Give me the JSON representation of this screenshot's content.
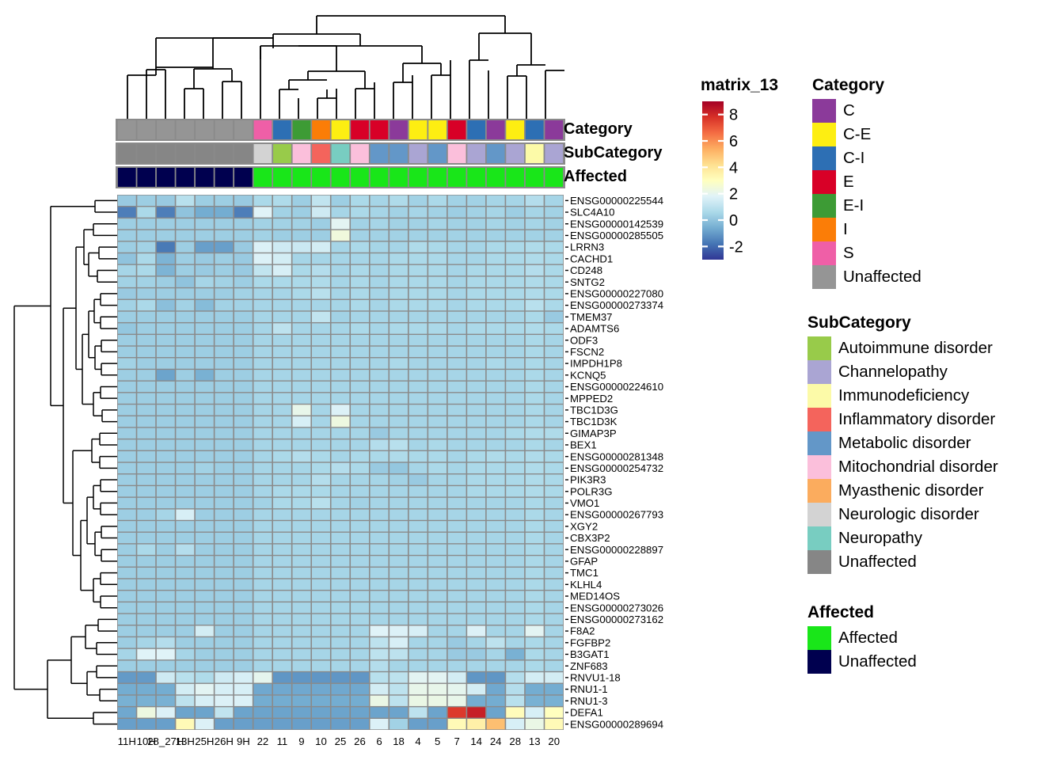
{
  "plot": {
    "colorbar_title": "matrix_13",
    "colorbar_ticks": [
      "8",
      "6",
      "4",
      "2",
      "0",
      "-2"
    ],
    "colorbar_range": [
      -3,
      9
    ],
    "annotation_row_labels": [
      "Category",
      "SubCategory",
      "Affected"
    ]
  },
  "legends": [
    {
      "title": "Category",
      "items": [
        {
          "label": "C",
          "color": "#8b3a9a"
        },
        {
          "label": "C-E",
          "color": "#fdee12"
        },
        {
          "label": "C-I",
          "color": "#2d6fb4"
        },
        {
          "label": "E",
          "color": "#d80027"
        },
        {
          "label": "E-I",
          "color": "#3d9b35"
        },
        {
          "label": "I",
          "color": "#fb7d07"
        },
        {
          "label": "S",
          "color": "#ef5fa7"
        },
        {
          "label": "Unaffected",
          "color": "#959595"
        }
      ]
    },
    {
      "title": "SubCategory",
      "items": [
        {
          "label": "Autoimmune disorder",
          "color": "#98cb4a"
        },
        {
          "label": "Channelopathy",
          "color": "#aaa5d3"
        },
        {
          "label": "Immunodeficiency",
          "color": "#fcfaa8"
        },
        {
          "label": "Inflammatory disorder",
          "color": "#f4645c"
        },
        {
          "label": "Metabolic disorder",
          "color": "#6397c8"
        },
        {
          "label": "Mitochondrial disorder",
          "color": "#fbbfdb"
        },
        {
          "label": "Myasthenic disorder",
          "color": "#fbac5e"
        },
        {
          "label": "Neurologic disorder",
          "color": "#d3d3d3"
        },
        {
          "label": "Neuropathy",
          "color": "#78cdc1"
        },
        {
          "label": "Unaffected",
          "color": "#868686"
        }
      ]
    },
    {
      "title": "Affected",
      "items": [
        {
          "label": "Affected",
          "color": "#19e619"
        },
        {
          "label": "Unaffected",
          "color": "#00004f"
        }
      ]
    }
  ],
  "chart_data": {
    "type": "heatmap",
    "title": "matrix_13",
    "xlabel": "",
    "ylabel": "",
    "zlim": [
      -3,
      9
    ],
    "colormap": "RdYlBu_r",
    "grid": true,
    "legend_position": "right",
    "columns": [
      "11H",
      "10H",
      "28_27H",
      "13H",
      "25H",
      "26H",
      "9H",
      "22",
      "11",
      "9",
      "10",
      "25",
      "26",
      "6",
      "18",
      "4",
      "5",
      "7",
      "14",
      "24",
      "28",
      "13",
      "20"
    ],
    "rows": [
      "ENSG00000225544",
      "SLC4A10",
      "ENSG00000142539",
      "ENSG00000285505",
      "LRRN3",
      "CACHD1",
      "CD248",
      "SNTG2",
      "ENSG00000227080",
      "ENSG00000273374",
      "TMEM37",
      "ADAMTS6",
      "ODF3",
      "FSCN2",
      "IMPDH1P8",
      "KCNQ5",
      "ENSG00000224610",
      "MPPED2",
      "TBC1D3G",
      "TBC1D3K",
      "GIMAP3P",
      "BEX1",
      "ENSG00000281348",
      "ENSG00000254732",
      "PIK3R3",
      "POLR3G",
      "VMO1",
      "ENSG00000267793",
      "XGY2",
      "CBX3P2",
      "ENSG00000228897",
      "GFAP",
      "TMC1",
      "KLHL4",
      "MED14OS",
      "ENSG00000273026",
      "ENSG00000273162",
      "F8A2",
      "FGFBP2",
      "B3GAT1",
      "ZNF683",
      "RNVU1-18",
      "RNU1-1",
      "RNU1-3",
      "DEFA1",
      "ENSG00000289694"
    ],
    "column_annotations": {
      "Category": [
        "Unaffected",
        "Unaffected",
        "Unaffected",
        "Unaffected",
        "Unaffected",
        "Unaffected",
        "Unaffected",
        "S",
        "C-I",
        "E-I",
        "I",
        "C-E",
        "E",
        "E",
        "C",
        "C-E",
        "C-E",
        "E",
        "C-I",
        "C",
        "C-E",
        "C-I",
        "C"
      ],
      "SubCategory": [
        "Unaffected",
        "Unaffected",
        "Unaffected",
        "Unaffected",
        "Unaffected",
        "Unaffected",
        "Unaffected",
        "Neurologic disorder",
        "Autoimmune disorder",
        "Mitochondrial disorder",
        "Inflammatory disorder",
        "Neuropathy",
        "Mitochondrial disorder",
        "Metabolic disorder",
        "Metabolic disorder",
        "Channelopathy",
        "Metabolic disorder",
        "Mitochondrial disorder",
        "Channelopathy",
        "Metabolic disorder",
        "Channelopathy",
        "Immunodeficiency",
        "Channelopathy"
      ],
      "Affected": [
        "Unaffected",
        "Unaffected",
        "Unaffected",
        "Unaffected",
        "Unaffected",
        "Unaffected",
        "Unaffected",
        "Affected",
        "Affected",
        "Affected",
        "Affected",
        "Affected",
        "Affected",
        "Affected",
        "Affected",
        "Affected",
        "Affected",
        "Affected",
        "Affected",
        "Affected",
        "Affected",
        "Affected",
        "Affected"
      ]
    },
    "values": [
      [
        0.2,
        0.3,
        0.2,
        0.9,
        0.3,
        0.3,
        0.2,
        0.6,
        0.7,
        0.3,
        1.1,
        0.3,
        0.6,
        0.5,
        0.7,
        0.4,
        0.6,
        0.4,
        0.4,
        0.5,
        0.5,
        0.8,
        0.5
      ],
      [
        -1.6,
        0.6,
        -1.6,
        0.0,
        -0.6,
        -0.6,
        -1.6,
        1.8,
        0.4,
        0.3,
        1.4,
        0.5,
        0.6,
        0.5,
        0.4,
        0.5,
        0.4,
        0.3,
        0.4,
        0.5,
        0.3,
        0.5,
        0.4
      ],
      [
        0.3,
        0.3,
        0.3,
        0.3,
        0.3,
        0.3,
        0.3,
        0.4,
        0.4,
        0.4,
        0.3,
        1.9,
        0.4,
        0.5,
        0.4,
        0.4,
        0.5,
        0.4,
        0.4,
        0.5,
        0.4,
        0.5,
        0.4
      ],
      [
        0.3,
        0.3,
        0.3,
        0.3,
        0.3,
        0.3,
        0.3,
        0.4,
        0.3,
        0.3,
        0.3,
        2.4,
        0.4,
        0.4,
        0.4,
        0.4,
        0.4,
        0.4,
        0.4,
        0.4,
        0.4,
        0.4,
        0.4
      ],
      [
        0.3,
        0.4,
        -1.7,
        0.3,
        -0.9,
        -0.9,
        0.2,
        1.7,
        1.4,
        1.3,
        1.5,
        0.5,
        0.6,
        0.5,
        0.5,
        0.7,
        0.6,
        0.5,
        0.5,
        0.6,
        0.6,
        0.7,
        0.6
      ],
      [
        0.0,
        0.6,
        -0.4,
        0.3,
        0.2,
        0.3,
        0.2,
        1.7,
        1.5,
        0.5,
        0.5,
        0.5,
        0.5,
        0.5,
        0.6,
        0.6,
        0.6,
        0.5,
        0.5,
        0.6,
        0.6,
        0.7,
        0.6
      ],
      [
        0.5,
        0.6,
        -0.4,
        0.3,
        0.2,
        0.3,
        0.2,
        1.1,
        1.6,
        0.6,
        0.8,
        0.5,
        0.6,
        0.5,
        0.6,
        0.6,
        0.6,
        0.5,
        0.6,
        0.6,
        0.6,
        0.8,
        0.6
      ],
      [
        0.4,
        0.4,
        0.3,
        0.0,
        0.5,
        0.4,
        0.3,
        0.6,
        0.6,
        0.6,
        0.7,
        0.5,
        0.6,
        0.5,
        0.6,
        0.6,
        0.6,
        0.5,
        0.6,
        0.6,
        0.6,
        0.7,
        0.6
      ],
      [
        0.2,
        0.3,
        0.3,
        0.3,
        0.3,
        0.3,
        0.4,
        0.5,
        0.5,
        0.6,
        0.9,
        0.5,
        0.6,
        0.5,
        0.6,
        0.6,
        0.6,
        0.5,
        0.6,
        0.6,
        0.6,
        0.7,
        0.6
      ],
      [
        0.4,
        0.6,
        -0.1,
        0.4,
        -0.2,
        0.4,
        0.4,
        0.5,
        0.5,
        0.5,
        0.5,
        0.5,
        0.6,
        0.5,
        0.6,
        0.6,
        0.6,
        0.5,
        0.6,
        0.6,
        0.6,
        0.9,
        0.6
      ],
      [
        0.3,
        0.3,
        0.3,
        0.3,
        0.3,
        0.3,
        0.3,
        0.5,
        0.5,
        0.5,
        1.1,
        0.4,
        0.5,
        0.5,
        0.5,
        0.5,
        0.5,
        0.5,
        0.5,
        0.5,
        0.5,
        0.6,
        0.2
      ],
      [
        0.1,
        0.3,
        0.3,
        0.3,
        0.3,
        0.3,
        0.3,
        0.5,
        1.0,
        0.5,
        0.5,
        0.5,
        0.6,
        0.5,
        0.6,
        0.6,
        0.6,
        0.5,
        0.6,
        0.6,
        0.6,
        0.7,
        0.6
      ],
      [
        0.3,
        0.3,
        0.3,
        0.3,
        0.3,
        0.3,
        0.3,
        0.5,
        0.5,
        0.5,
        0.5,
        0.5,
        0.5,
        0.5,
        0.5,
        0.5,
        0.5,
        0.5,
        0.5,
        0.5,
        0.5,
        0.6,
        0.5
      ],
      [
        0.3,
        0.3,
        0.3,
        0.3,
        0.3,
        0.3,
        0.3,
        0.5,
        0.5,
        0.5,
        0.5,
        0.5,
        0.5,
        0.5,
        0.5,
        0.5,
        0.5,
        0.5,
        0.5,
        0.5,
        0.5,
        0.6,
        0.5
      ],
      [
        0.4,
        0.3,
        0.3,
        0.3,
        0.3,
        0.3,
        0.3,
        0.5,
        0.5,
        0.5,
        0.5,
        0.5,
        0.5,
        0.5,
        0.6,
        0.5,
        0.5,
        0.5,
        0.5,
        0.6,
        0.5,
        0.6,
        0.5
      ],
      [
        0.3,
        0.3,
        -0.8,
        0.3,
        -0.5,
        0.3,
        0.3,
        0.5,
        0.5,
        0.5,
        0.5,
        0.5,
        0.5,
        0.5,
        0.5,
        0.5,
        0.5,
        0.5,
        0.5,
        0.5,
        0.5,
        0.6,
        0.5
      ],
      [
        0.3,
        0.3,
        0.3,
        0.3,
        0.3,
        0.3,
        0.3,
        0.5,
        0.5,
        0.5,
        0.5,
        0.5,
        0.5,
        0.5,
        0.5,
        0.5,
        0.5,
        0.5,
        0.5,
        0.5,
        0.5,
        0.6,
        0.5
      ],
      [
        0.3,
        0.3,
        0.3,
        0.3,
        0.3,
        0.3,
        0.3,
        0.5,
        0.5,
        0.5,
        0.5,
        0.5,
        0.5,
        0.5,
        0.5,
        0.5,
        0.5,
        0.5,
        0.5,
        0.5,
        0.5,
        0.6,
        0.5
      ],
      [
        0.3,
        0.3,
        0.3,
        0.3,
        0.3,
        0.3,
        0.3,
        0.5,
        0.5,
        2.1,
        0.5,
        1.7,
        0.5,
        0.5,
        0.5,
        0.5,
        0.5,
        0.5,
        0.5,
        0.5,
        0.5,
        0.6,
        0.5
      ],
      [
        0.3,
        0.3,
        0.3,
        0.3,
        0.3,
        0.3,
        0.3,
        0.5,
        0.5,
        1.6,
        0.5,
        2.3,
        0.5,
        0.5,
        0.5,
        0.5,
        0.5,
        0.5,
        0.5,
        0.5,
        0.5,
        0.6,
        0.5
      ],
      [
        0.3,
        0.3,
        0.3,
        0.3,
        0.3,
        0.3,
        0.3,
        0.5,
        0.5,
        0.5,
        0.5,
        0.5,
        0.5,
        0.2,
        0.5,
        0.5,
        0.5,
        0.5,
        0.5,
        0.5,
        0.6,
        0.7,
        0.7
      ],
      [
        0.3,
        0.3,
        0.3,
        0.3,
        0.3,
        0.3,
        0.3,
        0.5,
        0.5,
        0.5,
        0.5,
        0.5,
        0.5,
        0.8,
        0.9,
        0.5,
        0.6,
        0.5,
        0.5,
        0.5,
        0.5,
        0.6,
        0.5
      ],
      [
        0.3,
        0.3,
        0.3,
        0.3,
        0.3,
        0.3,
        0.3,
        0.5,
        0.6,
        0.8,
        0.6,
        0.5,
        0.6,
        0.6,
        0.7,
        0.6,
        0.6,
        0.5,
        0.6,
        0.7,
        0.6,
        0.7,
        0.6
      ],
      [
        0.3,
        0.3,
        0.3,
        0.3,
        0.4,
        0.3,
        0.3,
        0.5,
        0.5,
        0.5,
        0.6,
        0.8,
        0.6,
        0.2,
        0.1,
        0.5,
        0.6,
        0.5,
        0.6,
        0.6,
        0.6,
        0.7,
        0.6
      ],
      [
        0.3,
        0.3,
        0.3,
        0.3,
        0.3,
        0.3,
        0.3,
        0.5,
        0.5,
        0.5,
        0.8,
        0.5,
        0.5,
        0.5,
        0.4,
        0.2,
        0.5,
        0.5,
        0.6,
        0.6,
        0.6,
        0.7,
        0.6
      ],
      [
        0.3,
        0.3,
        0.3,
        0.3,
        0.3,
        0.3,
        0.3,
        0.5,
        0.6,
        0.6,
        0.6,
        0.5,
        0.5,
        0.5,
        0.5,
        0.5,
        0.5,
        0.5,
        0.6,
        0.6,
        0.6,
        0.7,
        0.6
      ],
      [
        0.3,
        0.3,
        0.3,
        0.3,
        0.3,
        0.3,
        0.3,
        0.4,
        0.6,
        0.6,
        0.9,
        0.5,
        0.4,
        0.5,
        0.5,
        0.5,
        0.5,
        0.5,
        0.5,
        0.5,
        0.5,
        0.6,
        0.5
      ],
      [
        0.3,
        0.3,
        0.5,
        1.6,
        0.3,
        0.3,
        0.3,
        0.5,
        0.5,
        0.5,
        0.5,
        0.5,
        0.5,
        0.5,
        0.5,
        0.5,
        0.5,
        0.5,
        0.5,
        0.5,
        0.5,
        0.6,
        0.5
      ],
      [
        0.3,
        0.3,
        0.3,
        0.3,
        0.3,
        0.3,
        0.3,
        0.5,
        0.5,
        0.5,
        0.5,
        0.5,
        0.5,
        0.5,
        0.5,
        0.5,
        0.5,
        0.5,
        0.5,
        0.5,
        0.5,
        0.6,
        0.5
      ],
      [
        0.3,
        0.3,
        0.3,
        0.3,
        0.3,
        0.3,
        0.3,
        0.5,
        0.5,
        0.5,
        0.5,
        0.5,
        0.5,
        0.5,
        0.5,
        0.5,
        0.5,
        0.5,
        0.5,
        0.5,
        0.5,
        0.6,
        0.5
      ],
      [
        0.3,
        0.6,
        0.3,
        0.8,
        0.3,
        0.3,
        0.3,
        0.5,
        0.5,
        0.5,
        0.5,
        0.5,
        0.5,
        0.5,
        0.5,
        0.5,
        0.5,
        0.5,
        0.5,
        0.5,
        0.5,
        0.6,
        0.5
      ],
      [
        0.3,
        0.3,
        0.3,
        0.3,
        0.3,
        0.3,
        0.3,
        0.5,
        0.5,
        0.5,
        0.5,
        0.5,
        0.5,
        0.5,
        0.5,
        0.5,
        0.5,
        0.5,
        0.5,
        0.5,
        0.5,
        0.6,
        0.5
      ],
      [
        0.3,
        0.3,
        0.3,
        0.3,
        0.3,
        0.3,
        0.3,
        0.5,
        0.5,
        0.5,
        0.5,
        0.5,
        0.5,
        0.5,
        0.5,
        0.5,
        0.5,
        0.5,
        0.5,
        0.5,
        0.5,
        0.6,
        0.5
      ],
      [
        0.3,
        0.3,
        0.3,
        0.3,
        0.3,
        0.3,
        0.3,
        0.5,
        0.5,
        0.5,
        0.5,
        0.5,
        0.5,
        0.5,
        0.5,
        0.5,
        0.5,
        0.5,
        0.5,
        0.5,
        0.5,
        0.6,
        0.5
      ],
      [
        0.3,
        0.3,
        0.3,
        0.3,
        0.3,
        0.3,
        0.3,
        0.5,
        0.5,
        0.5,
        0.5,
        0.5,
        0.5,
        0.5,
        0.5,
        0.5,
        0.5,
        0.5,
        0.5,
        0.5,
        0.5,
        0.6,
        0.5
      ],
      [
        0.3,
        0.3,
        0.3,
        0.3,
        0.3,
        0.3,
        0.3,
        0.5,
        0.5,
        0.5,
        0.5,
        0.5,
        0.5,
        0.5,
        0.5,
        0.5,
        0.5,
        0.5,
        0.5,
        0.5,
        0.5,
        0.6,
        0.5
      ],
      [
        0.3,
        0.3,
        0.3,
        0.3,
        0.3,
        0.3,
        0.3,
        0.5,
        0.5,
        0.5,
        0.5,
        0.5,
        0.5,
        0.5,
        0.5,
        0.5,
        0.5,
        0.5,
        0.5,
        0.5,
        0.5,
        0.6,
        0.5
      ],
      [
        0.3,
        0.3,
        0.3,
        0.3,
        1.5,
        0.3,
        0.3,
        0.5,
        0.5,
        0.5,
        0.5,
        0.5,
        0.5,
        1.8,
        1.7,
        1.6,
        0.5,
        0.5,
        1.7,
        0.5,
        0.5,
        1.9,
        0.5
      ],
      [
        0.3,
        0.5,
        0.8,
        0.3,
        0.3,
        0.3,
        0.3,
        0.5,
        0.5,
        0.5,
        0.5,
        0.5,
        0.5,
        1.0,
        1.6,
        0.5,
        0.5,
        0.2,
        0.5,
        1.0,
        0.5,
        0.6,
        0.5
      ],
      [
        0.5,
        1.8,
        1.8,
        0.5,
        0.3,
        0.3,
        0.3,
        0.5,
        0.5,
        0.5,
        0.5,
        0.5,
        0.5,
        1.0,
        1.0,
        0.5,
        0.5,
        0.2,
        0.2,
        0.5,
        -0.5,
        0.6,
        0.5
      ],
      [
        0.3,
        0.3,
        0.3,
        0.3,
        0.3,
        0.3,
        0.3,
        0.5,
        0.5,
        0.5,
        0.5,
        0.5,
        0.5,
        0.8,
        0.5,
        0.5,
        0.5,
        0.5,
        0.5,
        0.5,
        0.5,
        0.6,
        0.5
      ],
      [
        -1.0,
        -1.0,
        1.4,
        0.9,
        0.7,
        1.4,
        1.6,
        2.0,
        -1.1,
        -1.1,
        -1.1,
        -1.1,
        -1.1,
        0.9,
        1.0,
        1.9,
        1.9,
        1.5,
        -1.1,
        -1.1,
        0.8,
        1.5,
        1.5
      ],
      [
        -0.6,
        -0.6,
        -0.6,
        1.5,
        1.9,
        1.6,
        1.6,
        -0.7,
        -0.7,
        -0.7,
        -0.7,
        -0.7,
        -0.7,
        1.5,
        1.0,
        2.1,
        2.1,
        2.0,
        1.5,
        -0.7,
        0.8,
        -0.6,
        -0.6
      ],
      [
        -0.5,
        -0.5,
        -0.5,
        1.0,
        1.6,
        1.7,
        1.7,
        -0.6,
        -0.6,
        -0.6,
        -0.6,
        -0.6,
        -0.6,
        2.2,
        1.0,
        2.2,
        2.2,
        2.1,
        -0.6,
        -0.6,
        0.9,
        -0.5,
        -0.5
      ],
      [
        -0.7,
        2.3,
        1.7,
        -0.8,
        -0.8,
        1.1,
        -0.8,
        -0.8,
        -0.8,
        -0.8,
        -0.8,
        -0.8,
        -0.8,
        -0.8,
        -0.8,
        1.0,
        -0.8,
        7.6,
        8.2,
        -0.8,
        3.1,
        1.6,
        3.0
      ],
      [
        -0.9,
        -0.9,
        -0.9,
        3.2,
        1.7,
        -0.9,
        -0.9,
        -0.9,
        -0.9,
        -0.9,
        -0.9,
        -0.9,
        -0.9,
        1.7,
        0.4,
        -0.9,
        -0.9,
        3.2,
        3.6,
        5.0,
        1.6,
        2.2,
        3.2
      ]
    ]
  }
}
